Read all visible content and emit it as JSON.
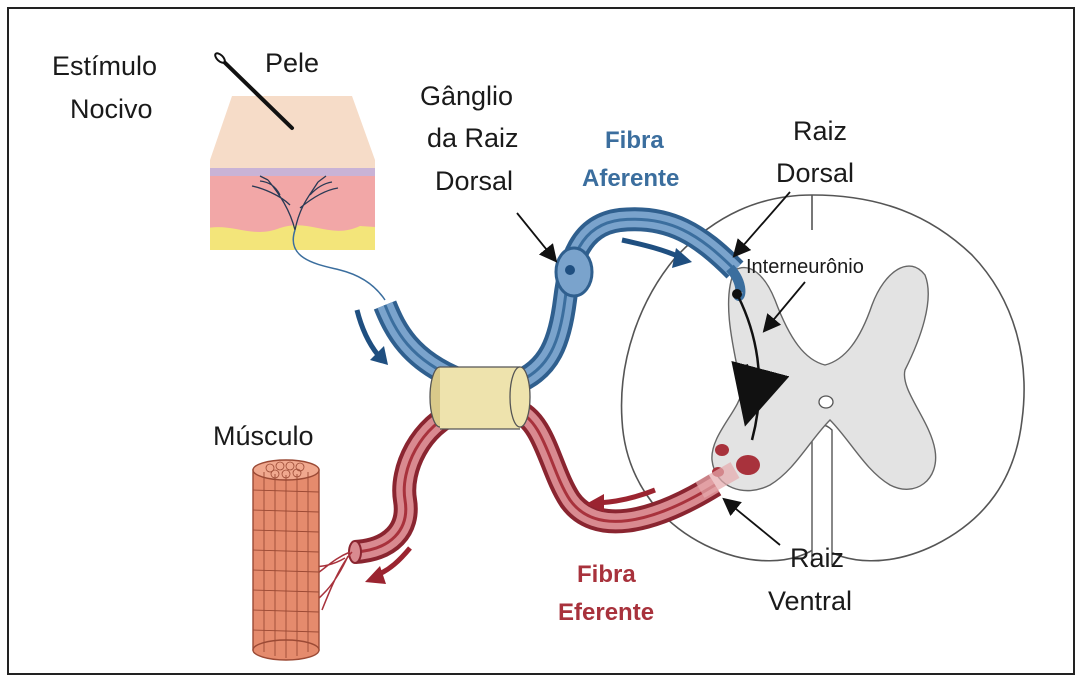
{
  "colors": {
    "afferent": "#3b6e9e",
    "afferent_light": "#7aa3cc",
    "efferent": "#a8323c",
    "efferent_light": "#d98a90",
    "skin_top": "#f6dcc8",
    "skin_mid": "#f2a7a7",
    "skin_fat": "#f3e57a",
    "cord_gray": "#e3e3e3",
    "muscle": "#e58b6d",
    "connector": "#eee3ad",
    "arrow_blue": "#1f4f80",
    "arrow_red": "#9b2430"
  },
  "labels": {
    "stimulus_l1": "Estímulo",
    "stimulus_l2": "Nocivo",
    "skin": "Pele",
    "ganglion_l1": "Gânglio",
    "ganglion_l2": "da Raiz",
    "ganglion_l3": "Dorsal",
    "afferent_l1": "Fibra",
    "afferent_l2": "Aferente",
    "dorsal_root_l1": "Raiz",
    "dorsal_root_l2": "Dorsal",
    "interneuron": "Interneurônio",
    "muscle": "Músculo",
    "efferent_l1": "Fibra",
    "efferent_l2": "Eferente",
    "ventral_root_l1": "Raiz",
    "ventral_root_l2": "Ventral"
  }
}
